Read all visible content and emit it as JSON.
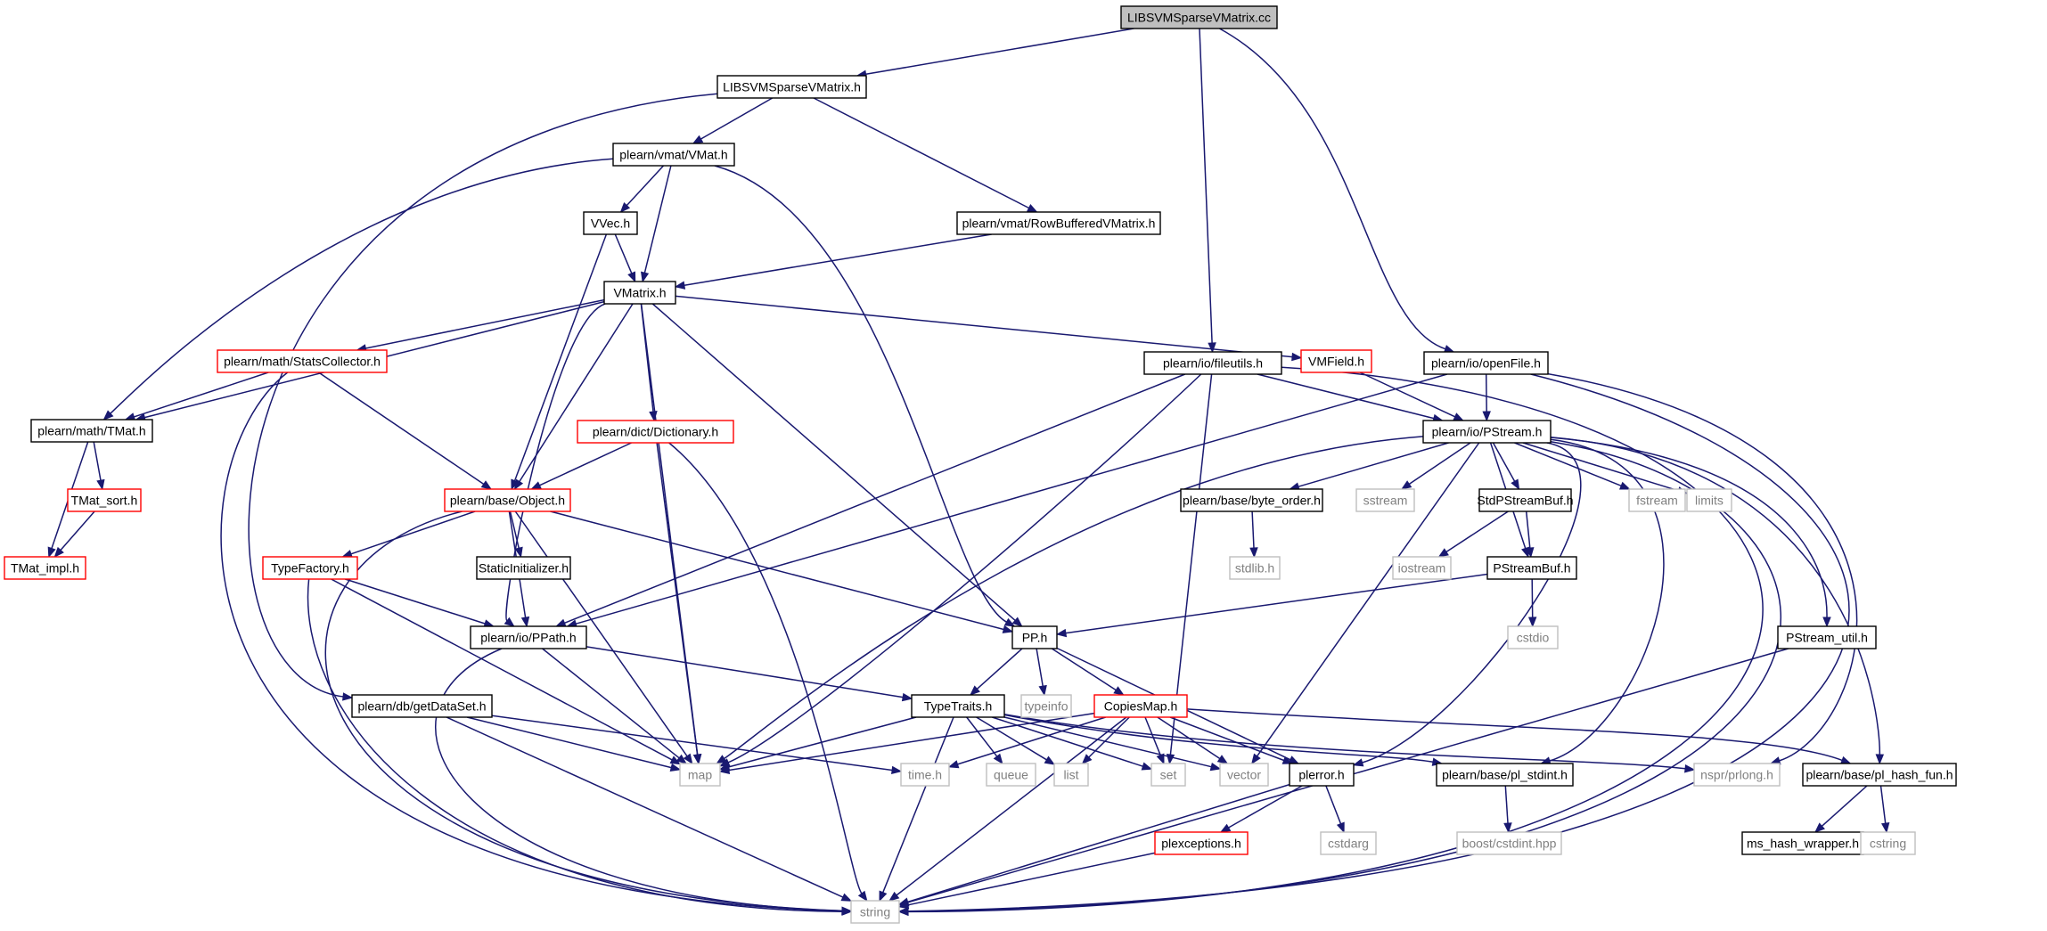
{
  "colors": {
    "edge": "#191970",
    "text": "#000000",
    "faded_text": "#808080",
    "border_normal": "#000000",
    "border_truncated": "#ff0000",
    "border_system": "#bfbfbf",
    "fill_root": "#bfbfbf",
    "fill_node": "#ffffff"
  },
  "legend": {
    "root": "the file this include graph is drawn for (grey box)",
    "normal": "documented header (black border)",
    "truncated": "header whose graph is truncated (red border)",
    "system": "system / external header (grey border, grey text)"
  },
  "nodes": [
    {
      "id": "root",
      "label": "LIBSVMSparseVMatrix.cc",
      "kind": "root"
    },
    {
      "id": "libsvm_h",
      "label": "LIBSVMSparseVMatrix.h",
      "kind": "normal"
    },
    {
      "id": "fileutils",
      "label": "plearn/io/fileutils.h",
      "kind": "normal"
    },
    {
      "id": "openfile",
      "label": "plearn/io/openFile.h",
      "kind": "normal"
    },
    {
      "id": "vmat",
      "label": "plearn/vmat/VMat.h",
      "kind": "normal"
    },
    {
      "id": "rowbuf",
      "label": "plearn/vmat/RowBufferedVMatrix.h",
      "kind": "normal"
    },
    {
      "id": "getdataset",
      "label": "plearn/db/getDataSet.h",
      "kind": "normal"
    },
    {
      "id": "vvec",
      "label": "VVec.h",
      "kind": "normal"
    },
    {
      "id": "vmatrix",
      "label": "VMatrix.h",
      "kind": "normal"
    },
    {
      "id": "tmat",
      "label": "plearn/math/TMat.h",
      "kind": "normal"
    },
    {
      "id": "pp",
      "label": "PP.h",
      "kind": "normal"
    },
    {
      "id": "stats",
      "label": "plearn/math/StatsCollector.h",
      "kind": "truncated"
    },
    {
      "id": "dict",
      "label": "plearn/dict/Dictionary.h",
      "kind": "truncated"
    },
    {
      "id": "vmfield",
      "label": "VMField.h",
      "kind": "truncated"
    },
    {
      "id": "pstream",
      "label": "plearn/io/PStream.h",
      "kind": "normal"
    },
    {
      "id": "object",
      "label": "plearn/base/Object.h",
      "kind": "truncated"
    },
    {
      "id": "ppath",
      "label": "plearn/io/PPath.h",
      "kind": "normal"
    },
    {
      "id": "map",
      "label": "map",
      "kind": "system"
    },
    {
      "id": "string",
      "label": "string",
      "kind": "system"
    },
    {
      "id": "tmat_sort",
      "label": "TMat_sort.h",
      "kind": "truncated"
    },
    {
      "id": "tmat_impl",
      "label": "TMat_impl.h",
      "kind": "truncated"
    },
    {
      "id": "typefactory",
      "label": "TypeFactory.h",
      "kind": "truncated"
    },
    {
      "id": "staticinit",
      "label": "StaticInitializer.h",
      "kind": "normal"
    },
    {
      "id": "typetraits",
      "label": "TypeTraits.h",
      "kind": "normal"
    },
    {
      "id": "typeinfo",
      "label": "typeinfo",
      "kind": "system"
    },
    {
      "id": "copiesmap",
      "label": "CopiesMap.h",
      "kind": "truncated"
    },
    {
      "id": "plerror",
      "label": "plerror.h",
      "kind": "normal"
    },
    {
      "id": "timeh",
      "label": "time.h",
      "kind": "system"
    },
    {
      "id": "queue",
      "label": "queue",
      "kind": "system"
    },
    {
      "id": "list",
      "label": "list",
      "kind": "system"
    },
    {
      "id": "set",
      "label": "set",
      "kind": "system"
    },
    {
      "id": "vector",
      "label": "vector",
      "kind": "system"
    },
    {
      "id": "pl_stdint",
      "label": "plearn/base/pl_stdint.h",
      "kind": "normal"
    },
    {
      "id": "prlong",
      "label": "nspr/prlong.h",
      "kind": "system"
    },
    {
      "id": "pl_hash",
      "label": "plearn/base/pl_hash_fun.h",
      "kind": "normal"
    },
    {
      "id": "byteorder",
      "label": "plearn/base/byte_order.h",
      "kind": "normal"
    },
    {
      "id": "sstream",
      "label": "sstream",
      "kind": "system"
    },
    {
      "id": "stdpsbuf",
      "label": "StdPStreamBuf.h",
      "kind": "normal"
    },
    {
      "id": "fstream",
      "label": "fstream",
      "kind": "system"
    },
    {
      "id": "limits",
      "label": "limits",
      "kind": "system"
    },
    {
      "id": "stdlib",
      "label": "stdlib.h",
      "kind": "system"
    },
    {
      "id": "iostream",
      "label": "iostream",
      "kind": "system"
    },
    {
      "id": "psbuf",
      "label": "PStreamBuf.h",
      "kind": "normal"
    },
    {
      "id": "cstdio",
      "label": "cstdio",
      "kind": "system"
    },
    {
      "id": "psutil",
      "label": "PStream_util.h",
      "kind": "normal"
    },
    {
      "id": "plexceptions",
      "label": "plexceptions.h",
      "kind": "truncated"
    },
    {
      "id": "cstdarg",
      "label": "cstdarg",
      "kind": "system"
    },
    {
      "id": "boostcstdint",
      "label": "boost/cstdint.hpp",
      "kind": "system"
    },
    {
      "id": "mshash",
      "label": "ms_hash_wrapper.h",
      "kind": "normal"
    },
    {
      "id": "cstring",
      "label": "cstring",
      "kind": "system"
    }
  ],
  "edges": [
    [
      "root",
      "libsvm_h"
    ],
    [
      "root",
      "fileutils"
    ],
    [
      "root",
      "openfile"
    ],
    [
      "libsvm_h",
      "vmat"
    ],
    [
      "libsvm_h",
      "rowbuf"
    ],
    [
      "libsvm_h",
      "getdataset"
    ],
    [
      "vmat",
      "vvec"
    ],
    [
      "vmat",
      "vmatrix"
    ],
    [
      "vmat",
      "tmat"
    ],
    [
      "vmat",
      "pp"
    ],
    [
      "rowbuf",
      "vmatrix"
    ],
    [
      "vvec",
      "vmatrix"
    ],
    [
      "vvec",
      "object"
    ],
    [
      "vmatrix",
      "tmat"
    ],
    [
      "vmatrix",
      "stats"
    ],
    [
      "vmatrix",
      "object"
    ],
    [
      "vmatrix",
      "ppath"
    ],
    [
      "vmatrix",
      "dict"
    ],
    [
      "vmatrix",
      "map"
    ],
    [
      "vmatrix",
      "pp"
    ],
    [
      "vmatrix",
      "vmfield"
    ],
    [
      "stats",
      "tmat"
    ],
    [
      "stats",
      "object"
    ],
    [
      "stats",
      "string"
    ],
    [
      "tmat",
      "tmat_sort"
    ],
    [
      "tmat",
      "tmat_impl"
    ],
    [
      "tmat_sort",
      "tmat_impl"
    ],
    [
      "dict",
      "object"
    ],
    [
      "dict",
      "map"
    ],
    [
      "dict",
      "string"
    ],
    [
      "vmfield",
      "pstream"
    ],
    [
      "fileutils",
      "pstream"
    ],
    [
      "fileutils",
      "ppath"
    ],
    [
      "fileutils",
      "map"
    ],
    [
      "fileutils",
      "set"
    ],
    [
      "fileutils",
      "string"
    ],
    [
      "openfile",
      "pstream"
    ],
    [
      "openfile",
      "ppath"
    ],
    [
      "openfile",
      "prlong"
    ],
    [
      "openfile",
      "string"
    ],
    [
      "object",
      "typefactory"
    ],
    [
      "object",
      "staticinit"
    ],
    [
      "object",
      "ppath"
    ],
    [
      "object",
      "map"
    ],
    [
      "object",
      "string"
    ],
    [
      "object",
      "pp"
    ],
    [
      "typefactory",
      "ppath"
    ],
    [
      "typefactory",
      "map"
    ],
    [
      "typefactory",
      "string"
    ],
    [
      "ppath",
      "typetraits"
    ],
    [
      "ppath",
      "map"
    ],
    [
      "ppath",
      "string"
    ],
    [
      "getdataset",
      "map"
    ],
    [
      "getdataset",
      "string"
    ],
    [
      "getdataset",
      "timeh"
    ],
    [
      "pp",
      "typetraits"
    ],
    [
      "pp",
      "typeinfo"
    ],
    [
      "pp",
      "copiesmap"
    ],
    [
      "pp",
      "plerror"
    ],
    [
      "typetraits",
      "map"
    ],
    [
      "typetraits",
      "string"
    ],
    [
      "typetraits",
      "queue"
    ],
    [
      "typetraits",
      "list"
    ],
    [
      "typetraits",
      "set"
    ],
    [
      "typetraits",
      "vector"
    ],
    [
      "typetraits",
      "pl_stdint"
    ],
    [
      "typetraits",
      "prlong"
    ],
    [
      "copiesmap",
      "map"
    ],
    [
      "copiesmap",
      "timeh"
    ],
    [
      "copiesmap",
      "list"
    ],
    [
      "copiesmap",
      "set"
    ],
    [
      "copiesmap",
      "vector"
    ],
    [
      "copiesmap",
      "plerror"
    ],
    [
      "copiesmap",
      "string"
    ],
    [
      "copiesmap",
      "pl_hash"
    ],
    [
      "pstream",
      "map"
    ],
    [
      "pstream",
      "vector"
    ],
    [
      "pstream",
      "byteorder"
    ],
    [
      "pstream",
      "sstream"
    ],
    [
      "pstream",
      "stdpsbuf"
    ],
    [
      "pstream",
      "psbuf"
    ],
    [
      "pstream",
      "fstream"
    ],
    [
      "pstream",
      "limits"
    ],
    [
      "pstream",
      "psutil"
    ],
    [
      "pstream",
      "plerror"
    ],
    [
      "pstream",
      "pl_stdint"
    ],
    [
      "pstream",
      "pl_hash"
    ],
    [
      "pstream",
      "string"
    ],
    [
      "byteorder",
      "stdlib"
    ],
    [
      "stdpsbuf",
      "iostream"
    ],
    [
      "stdpsbuf",
      "psbuf"
    ],
    [
      "psbuf",
      "pp"
    ],
    [
      "psbuf",
      "cstdio"
    ],
    [
      "psutil",
      "string"
    ],
    [
      "plerror",
      "plexceptions"
    ],
    [
      "plerror",
      "cstdarg"
    ],
    [
      "plerror",
      "string"
    ],
    [
      "plexceptions",
      "string"
    ],
    [
      "pl_stdint",
      "boostcstdint"
    ],
    [
      "pl_hash",
      "mshash"
    ],
    [
      "pl_hash",
      "cstring"
    ]
  ]
}
